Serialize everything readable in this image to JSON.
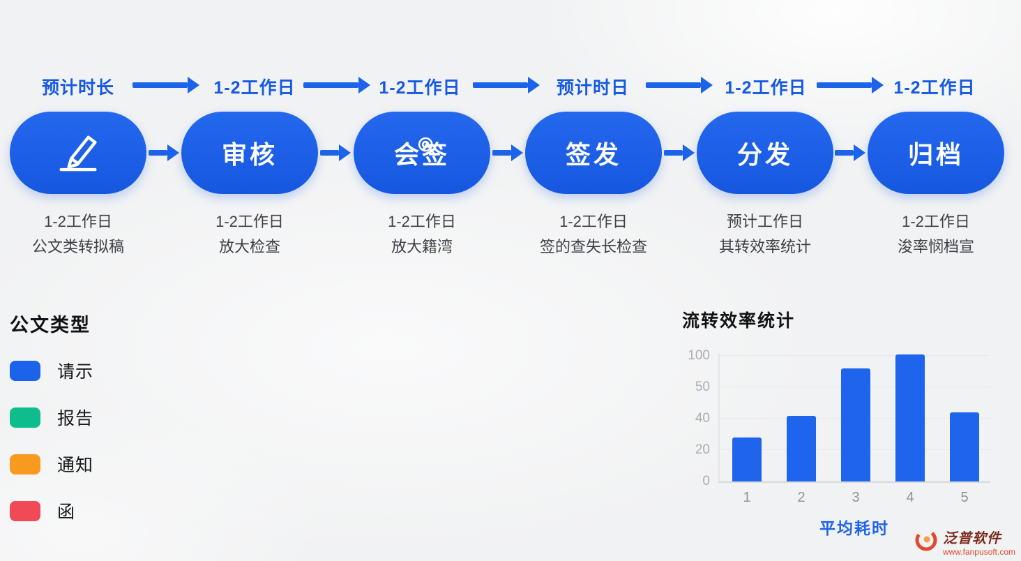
{
  "timeline": {
    "labels": [
      "预计时长",
      "1-2工作日",
      "1-2工作日",
      "预计时日",
      "1-2工作日",
      "1-2工作日"
    ]
  },
  "workflow": {
    "nodes": [
      {
        "label": "",
        "icon": "pencil-draft-icon",
        "caption1": "1-2工作日",
        "caption2": "公文类转拟稿"
      },
      {
        "label": "审核",
        "icon": "",
        "caption1": "1-2工作日",
        "caption2": "放大检查"
      },
      {
        "label": "会签",
        "icon": "seal-magnifier-icon",
        "caption1": "1-2工作日",
        "caption2": "放大籍湾"
      },
      {
        "label": "签发",
        "icon": "",
        "caption1": "1-2工作日",
        "caption2": "签的查失长检查"
      },
      {
        "label": "分发",
        "icon": "",
        "caption1": "预计工作日",
        "caption2": "其转效率统计"
      },
      {
        "label": "归档",
        "icon": "",
        "caption1": "1-2工作日",
        "caption2": "浚率悯档宣"
      }
    ]
  },
  "legend": {
    "title": "公文类型",
    "items": [
      {
        "label": "请示",
        "color": "#1b63ea"
      },
      {
        "label": "报告",
        "color": "#0fbd8c"
      },
      {
        "label": "通知",
        "color": "#f79a1f"
      },
      {
        "label": "函",
        "color": "#ef4a55"
      }
    ]
  },
  "chart_data": {
    "type": "bar",
    "title": "流转效率统计",
    "categories": [
      "1",
      "2",
      "3",
      "4",
      "5"
    ],
    "values": [
      28,
      41,
      80,
      102,
      42
    ],
    "y_tick_labels": [
      "100",
      "50",
      "40",
      "20",
      "0"
    ],
    "xlabel": "平均耗时",
    "ylabel": "",
    "bar_color": "#1f64ec",
    "grid": true,
    "legend_position": "none"
  },
  "watermark": {
    "brand": "泛普软件",
    "url": "www.fanpusoft.com"
  },
  "colors": {
    "accent_blue": "#1b63ea",
    "timeline_text": "#1659e3",
    "caption_text": "#3c4046"
  }
}
